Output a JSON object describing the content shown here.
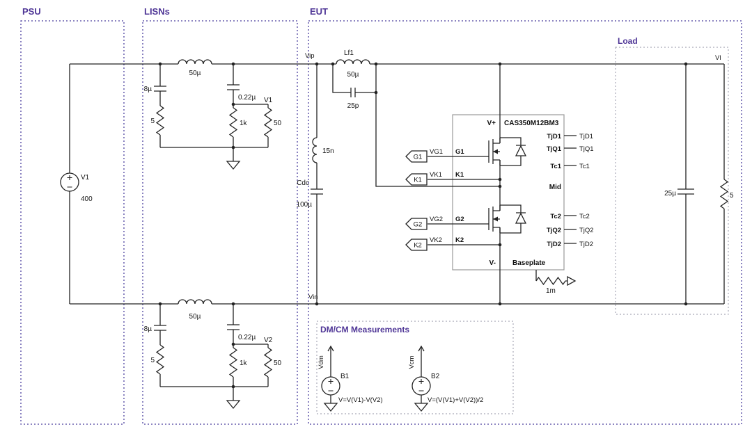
{
  "colors": {
    "section_label": "#4e3596",
    "main_box_border": "#4a3f9e",
    "sub_box_border": "#a9a9b8",
    "module_border": "#9a9a9a",
    "wire": "#222222",
    "text": "#111111",
    "background": "#ffffff"
  },
  "sections": {
    "psu": "PSU",
    "lisns": "LISNs",
    "eut": "EUT",
    "load": "Load",
    "dmcm": "DM/CM Measurements"
  },
  "psu": {
    "source": {
      "name": "V1",
      "value": "400"
    }
  },
  "lisn_top": {
    "inductor": "50µ",
    "bulk_cap": "8µ",
    "bulk_res": "5",
    "coupling_cap": "0.22µ",
    "res_1k": "1k",
    "res_50": "50",
    "probe_net": "V1"
  },
  "lisn_bottom": {
    "inductor": "50µ",
    "bulk_cap": "8µ",
    "bulk_res": "5",
    "coupling_cap": "0.22µ",
    "res_1k": "1k",
    "res_50": "50",
    "probe_net": "V2"
  },
  "eut": {
    "node_vip": "Vip",
    "node_vin": "Vin",
    "lf1": {
      "name": "Lf1",
      "value": "50µ",
      "parallel_cap": "25p"
    },
    "dc_link": {
      "esl": "15n",
      "name": "Cdc",
      "value": "100µ"
    },
    "module": {
      "title": "CAS350M12BM3",
      "vplus": "V+",
      "vminus": "V-",
      "mid": "Mid",
      "baseplate": "Baseplate",
      "baseplate_res": "1m",
      "left_pins": [
        {
          "tag": "G1",
          "net": "VG1",
          "pin": "G1"
        },
        {
          "tag": "K1",
          "net": "VK1",
          "pin": "K1"
        },
        {
          "tag": "G2",
          "net": "VG2",
          "pin": "G2"
        },
        {
          "tag": "K2",
          "net": "VK2",
          "pin": "K2"
        }
      ],
      "right_pins": [
        {
          "pin": "TjD1",
          "net": "TjD1"
        },
        {
          "pin": "TjQ1",
          "net": "TjQ1"
        },
        {
          "pin": "Tc1",
          "net": "Tc1"
        },
        {
          "pin": "Tc2",
          "net": "Tc2"
        },
        {
          "pin": "TjQ2",
          "net": "TjQ2"
        },
        {
          "pin": "TjD2",
          "net": "TjD2"
        }
      ]
    }
  },
  "load": {
    "cap": "25µ",
    "res": "5",
    "node": "Vl"
  },
  "measurements": {
    "b1": {
      "name": "B1",
      "net": "Vdm",
      "expr": "V=V(V1)-V(V2)"
    },
    "b2": {
      "name": "B2",
      "net": "Vcm",
      "expr": "V=(V(V1)+V(V2))/2"
    }
  }
}
